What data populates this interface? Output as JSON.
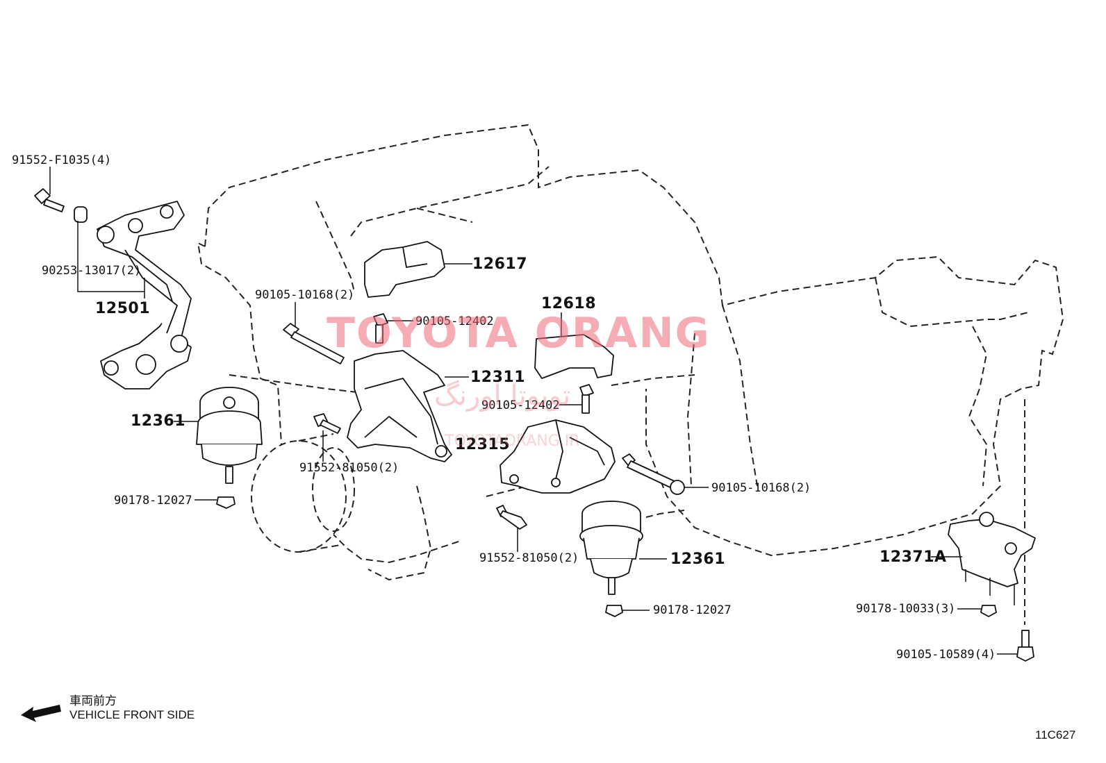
{
  "labels": {
    "p91552_f1035": "91552-F1035(4)",
    "p90253_13017": "90253-13017(2)",
    "p12501": "12501",
    "p12361_left": "12361",
    "p90178_12027_left": "90178-12027",
    "p90105_10168_top": "90105-10168(2)",
    "p12617": "12617",
    "p90105_12402_top": "90105-12402",
    "p12618": "12618",
    "p12311": "12311",
    "p90105_12402_mid": "90105-12402",
    "p91552_81050_left": "91552-81050(2)",
    "p12315": "12315",
    "p90105_10168_right": "90105-10168(2)",
    "p91552_81050_bottom": "91552-81050(2)",
    "p12361_right": "12361",
    "p90178_12027_right": "90178-12027",
    "p12371a": "12371A",
    "p90178_10033": "90178-10033(3)",
    "p90105_10589": "90105-10589(4)"
  },
  "watermark": {
    "main": "TOYOTA ORANG",
    "persian": "تویوتا اورنگ",
    "site": "TOYOTAORANG.IR"
  },
  "footer": {
    "jp_direction": "車両前方",
    "en_direction": "VEHICLE FRONT SIDE",
    "diagram_code": "11C627"
  },
  "icons": {
    "front_arrow": "arrow-left-icon"
  }
}
